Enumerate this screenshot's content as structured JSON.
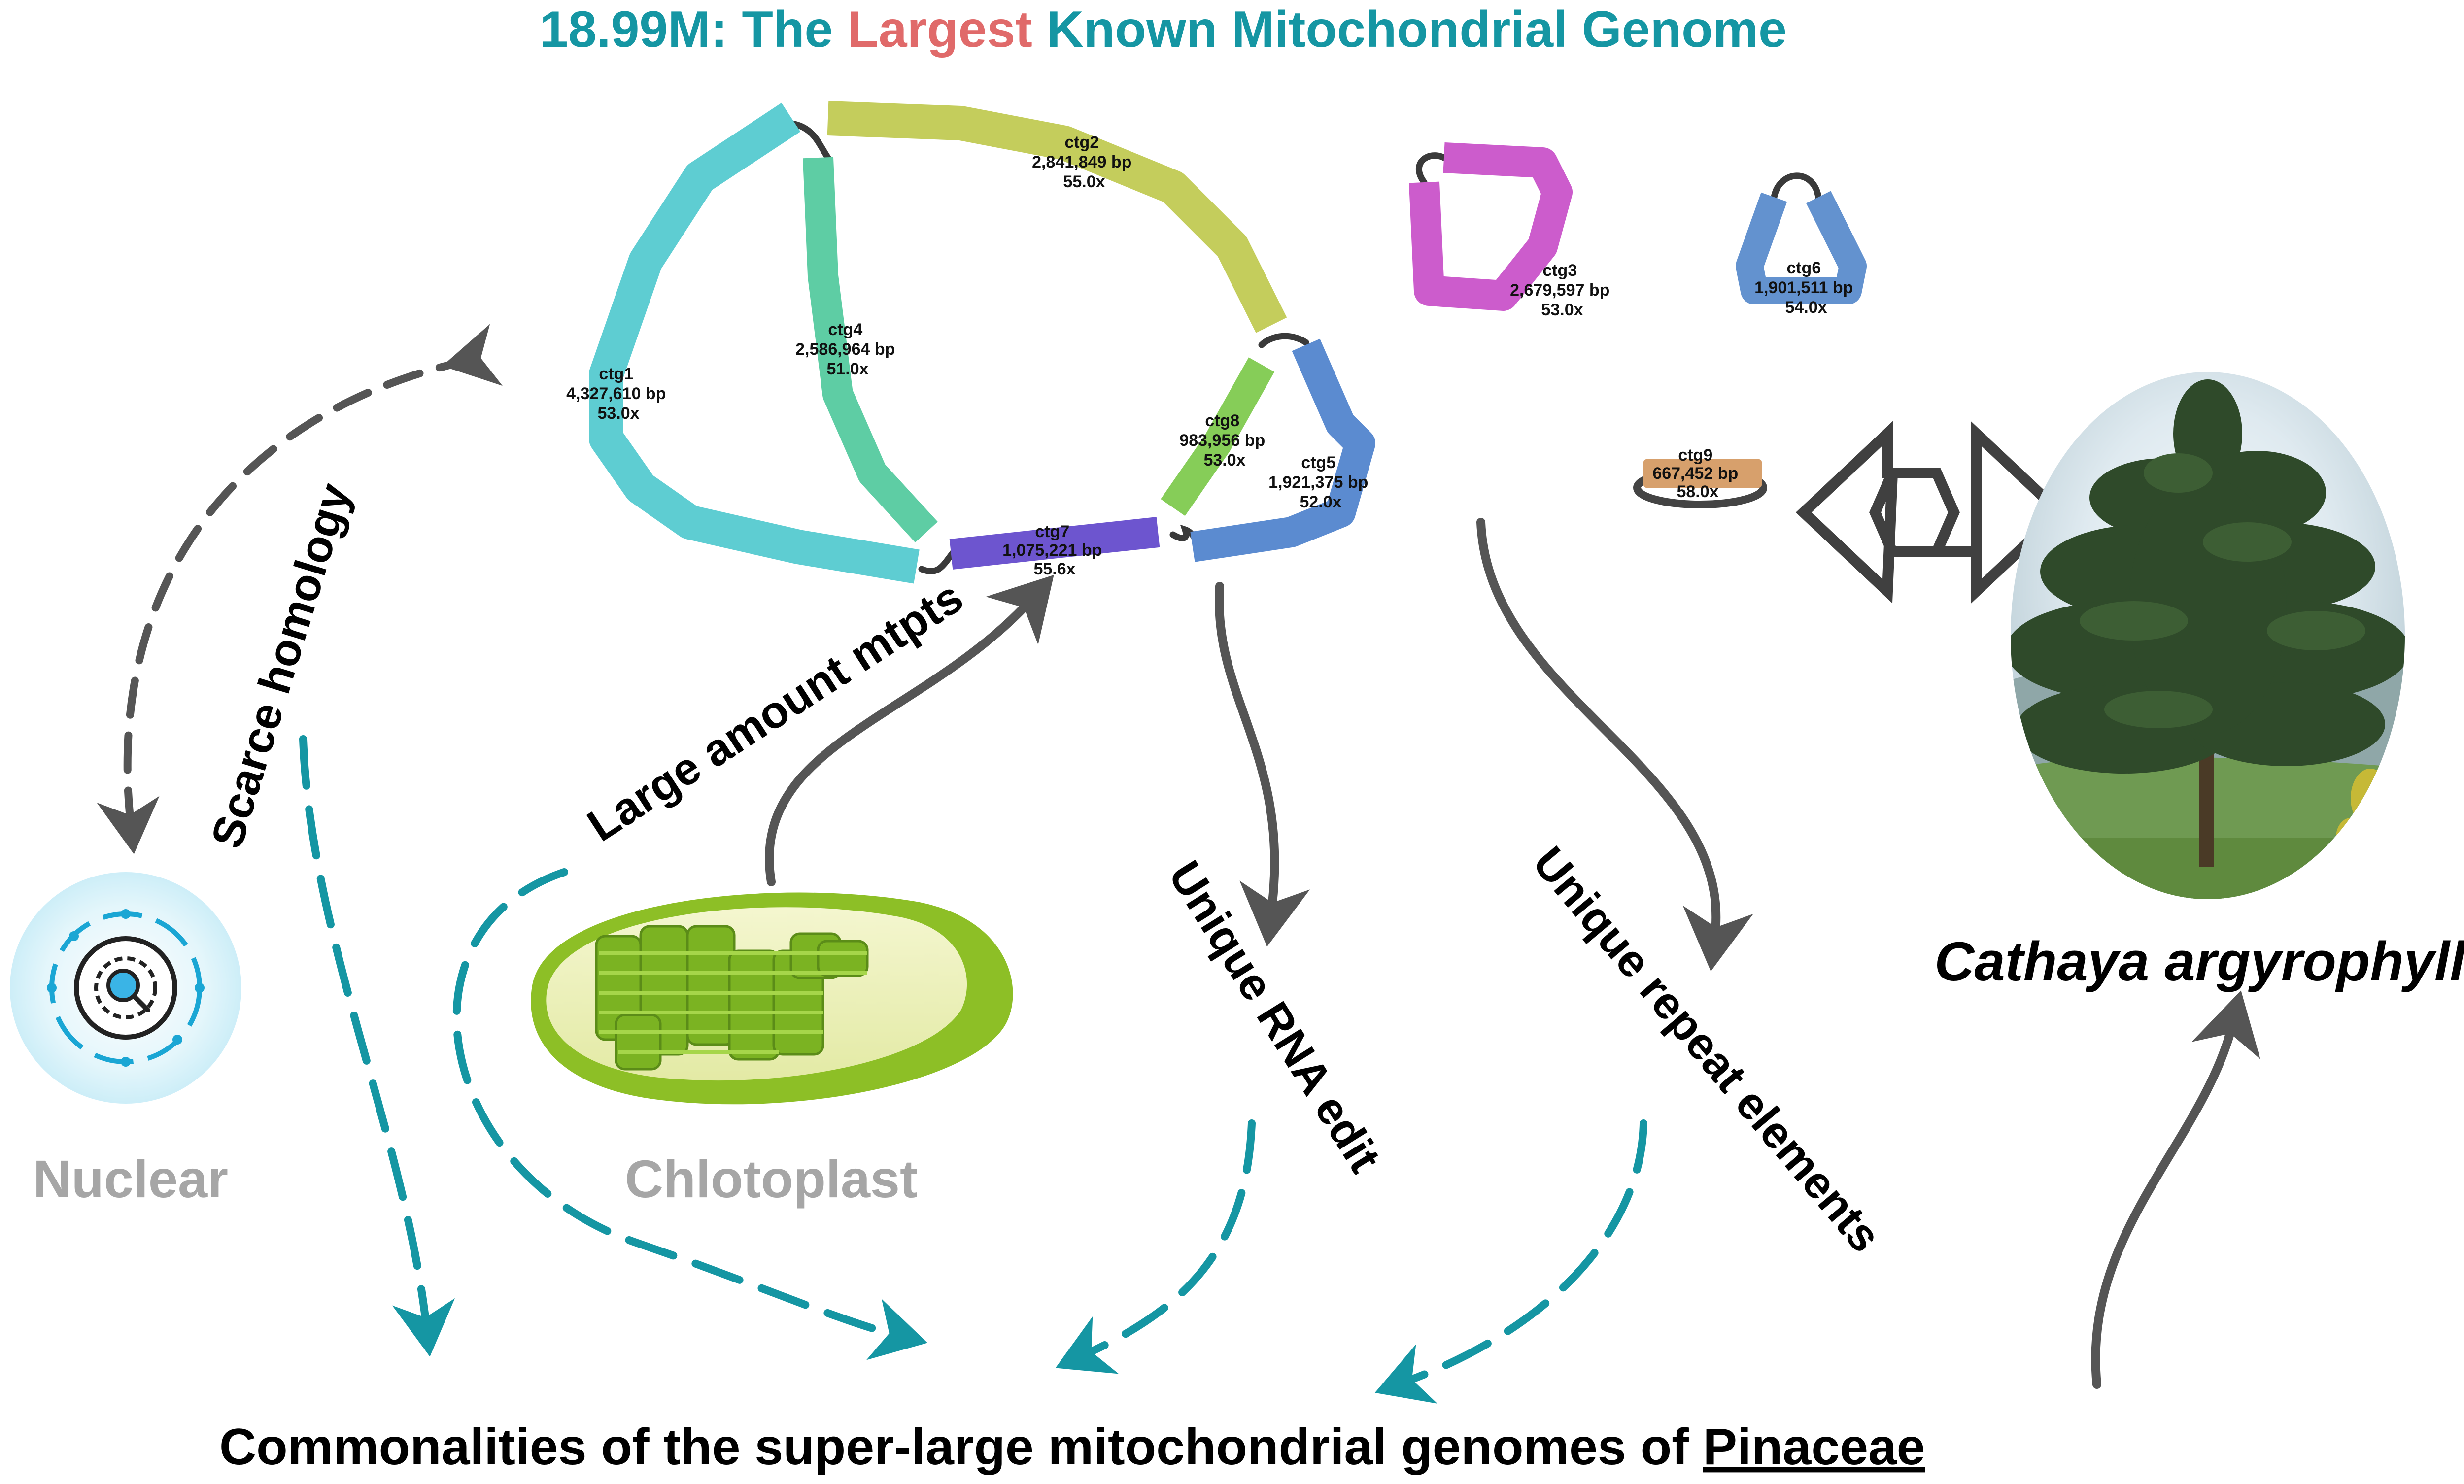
{
  "title": {
    "part1": "18.99M: The ",
    "part2": "Largest",
    "part3": " Known Mitochondrial Genome"
  },
  "colors": {
    "title_teal": "#1596a3",
    "title_red": "#e06a6a",
    "dashed_teal": "#1596a3",
    "arrow_grey": "#555555",
    "label_grey": "#a6a6a6"
  },
  "contigs": [
    {
      "id": "ctg1",
      "length": "4,327,610 bp",
      "depth": "53.0x",
      "color": "#5ecdd2"
    },
    {
      "id": "ctg2",
      "length": "2,841,849 bp",
      "depth": "55.0x",
      "color": "#c4cd5c"
    },
    {
      "id": "ctg3",
      "length": "2,679,597 bp",
      "depth": "53.0x",
      "color": "#cc5ccc"
    },
    {
      "id": "ctg4",
      "length": "2,586,964 bp",
      "depth": "51.0x",
      "color": "#5ecda4"
    },
    {
      "id": "ctg5",
      "length": "1,921,375 bp",
      "depth": "52.0x",
      "color": "#5b8bd0"
    },
    {
      "id": "ctg6",
      "length": "1,901,511 bp",
      "depth": "54.0x",
      "color": "#6392cf"
    },
    {
      "id": "ctg7",
      "length": "1,075,221 bp",
      "depth": "55.6x",
      "color": "#6d55cf"
    },
    {
      "id": "ctg8",
      "length": "983,956 bp",
      "depth": "53.0x",
      "color": "#86cd58"
    },
    {
      "id": "ctg9",
      "length": "667,452 bp",
      "depth": "58.0x",
      "color": "#d7a06c"
    }
  ],
  "labels": {
    "scarce_homology": "Scarce homology",
    "large_amount_mtpts": "Large amount mtpts",
    "unique_rna_edit": "Unique RNA edit",
    "unique_repeat_elements": "Unique repeat elements",
    "nuclear": "Nuclear",
    "chloroplast": "Chlotoplast",
    "species": "Cathaya argyrophylla",
    "bottom_prefix": "Commonalities of the super-large mitochondrial genomes of ",
    "bottom_family": "Pinaceae"
  },
  "icons": {
    "nucleus": "nucleus-cell-icon",
    "chloroplast": "chloroplast-icon",
    "tree": "tree-photo-icon",
    "double_arrow": "bidirectional-arrow-icon"
  }
}
